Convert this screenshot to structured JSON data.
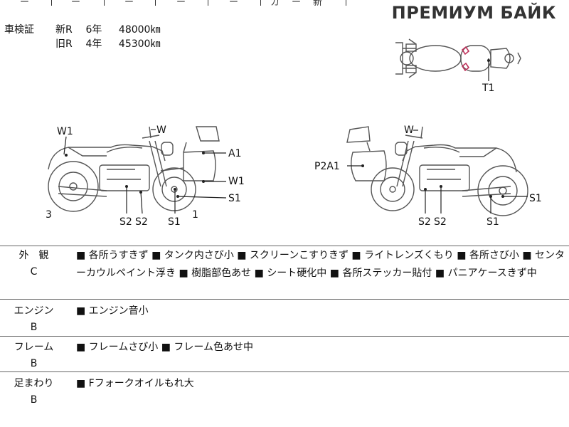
{
  "watermark": "ПРЕМИУМ БАЙК",
  "top_fragment": {
    "glyphs": [
      "ー",
      "ー",
      "ー",
      "ー",
      "ー",
      "カ",
      "ー",
      "新"
    ]
  },
  "inspection": {
    "label": "車検証",
    "rows": [
      {
        "kind": "新R",
        "years": "6年",
        "km": "48000㎞"
      },
      {
        "kind": "旧R",
        "years": "4年",
        "km": "45300㎞"
      }
    ]
  },
  "diagram_labels": {
    "top_view": [
      "T1"
    ],
    "left_side": [
      "W1",
      "W",
      "A1",
      "W1",
      "S1",
      "3",
      "1",
      "S2",
      "S2",
      "S1"
    ],
    "right_side": [
      "W",
      "P2A1",
      "S1",
      "S2",
      "S2",
      "S1"
    ]
  },
  "sections": [
    {
      "category": "外　観",
      "grade": "C",
      "lines": [
        "■ 各所うすきず ■ タンク内さび小 ■ スクリーンこすりきず ■ ライトレンズくもり ■ 各所さび小 ■ センタ",
        "ーカウルペイント浮き ■ 樹脂部色あせ ■ シート硬化中 ■ 各所ステッカー貼付 ■ パニアケースきず中"
      ]
    },
    {
      "category": "エンジン",
      "grade": "B",
      "lines": [
        "■ エンジン音小"
      ]
    },
    {
      "category": "フレーム",
      "grade": "B",
      "lines": [
        "■ フレームさび小 ■ フレーム色あせ中"
      ]
    },
    {
      "category": "足まわり",
      "grade": "B",
      "lines": [
        "■ Fフォークオイルもれ大"
      ]
    }
  ]
}
